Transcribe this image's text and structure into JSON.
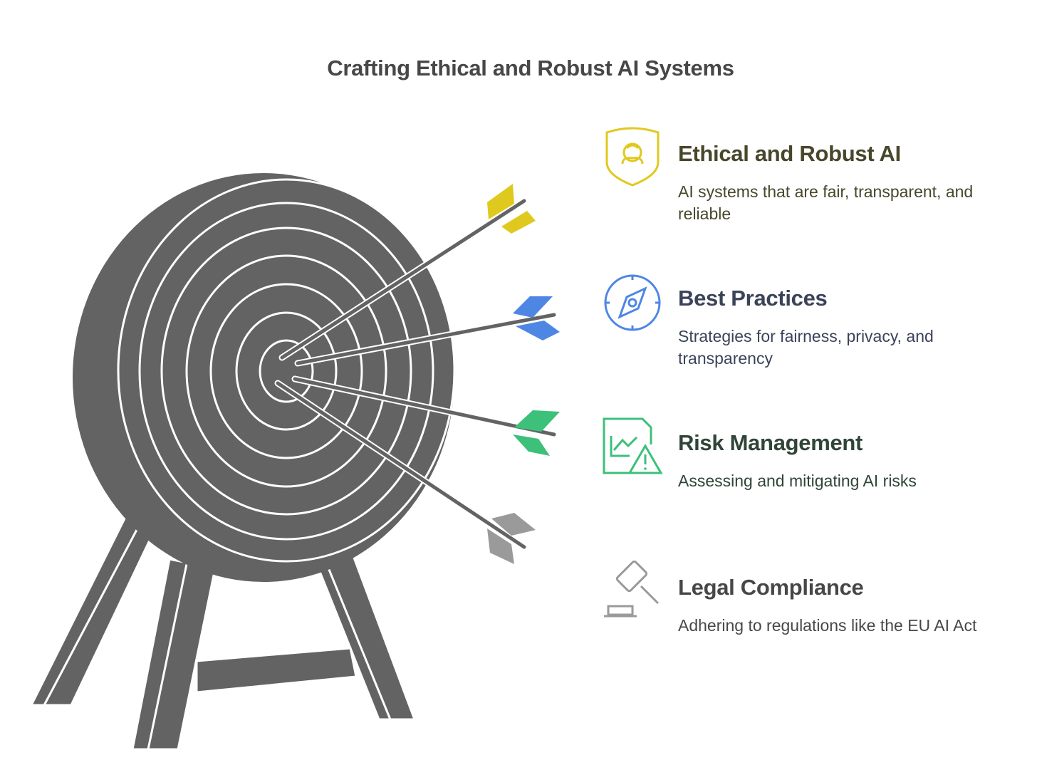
{
  "title": "Crafting Ethical and Robust AI Systems",
  "items": [
    {
      "heading": "Ethical and Robust AI",
      "description": "AI systems that are fair, transparent, and reliable",
      "icon": "shield-user-icon",
      "color": "#e0c91e"
    },
    {
      "heading": "Best Practices",
      "description": "Strategies for fairness, privacy, and transparency",
      "icon": "compass-icon",
      "color": "#4e86e4"
    },
    {
      "heading": "Risk Management",
      "description": "Assessing and mitigating AI risks",
      "icon": "risk-chart-warning-icon",
      "color": "#3cc07a"
    },
    {
      "heading": "Legal Compliance",
      "description": "Adhering to regulations like the EU AI Act",
      "icon": "gavel-icon",
      "color": "#9a9a9a"
    }
  ],
  "target": {
    "color": "#636363",
    "ring_count": 7
  }
}
